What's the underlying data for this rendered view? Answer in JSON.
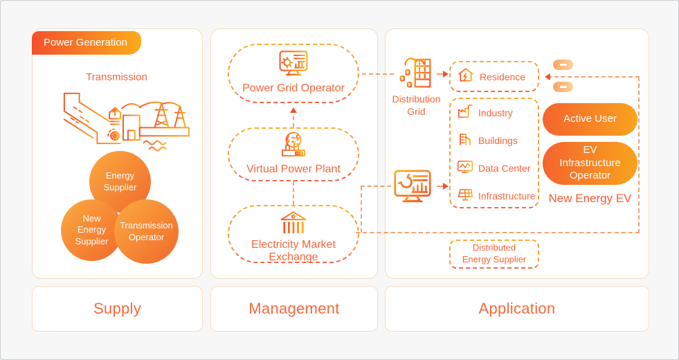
{
  "badge": {
    "label": "Power Generation"
  },
  "supply": {
    "transmission_label": "Transmission",
    "circles": [
      {
        "label": "Energy Supplier"
      },
      {
        "label": "New Energy Supplier"
      },
      {
        "label": "Transmission Operator"
      }
    ]
  },
  "management": {
    "nodes": [
      {
        "label": "Power Grid Operator"
      },
      {
        "label": "Virtual Power Plant"
      },
      {
        "label": "Electricity Market Exchange"
      }
    ]
  },
  "application": {
    "distribution_grid": "Distribution Grid",
    "residence": "Residence",
    "consumers": [
      "Industry",
      "Buildings",
      "Data Center",
      "Infrastructure"
    ],
    "active_user": "Active User",
    "ev_operator": "EV Infrastructure Operator",
    "new_energy_ev": "New Energy EV",
    "distributed_supplier": "Distributed Energy Supplier"
  },
  "footers": {
    "supply": "Supply",
    "management": "Management",
    "application": "Application"
  },
  "icons": [
    "hydro-dam-transmission-icon",
    "monitor-gear-chart-icon",
    "globe-energy-factory-icon",
    "bank-exchange-icon",
    "cloud-server-grid-icon",
    "house-icon",
    "factory-icon",
    "buildings-icon",
    "monitor-wave-icon",
    "solar-panel-icon",
    "battery-pill-icon"
  ],
  "colors": {
    "background": "#f7f7f8",
    "accent_text": "#f7653a",
    "badge_gradient": [
      "#f4512c",
      "#fcab1b"
    ],
    "pill_gradient": [
      "#f5642f",
      "#f9a31d"
    ],
    "circle_gradient": [
      "#fbaa3f",
      "#f1692c"
    ],
    "dashed_border": "#f89d3e",
    "connector": "#efa26c",
    "arrow": "#f4512c"
  }
}
